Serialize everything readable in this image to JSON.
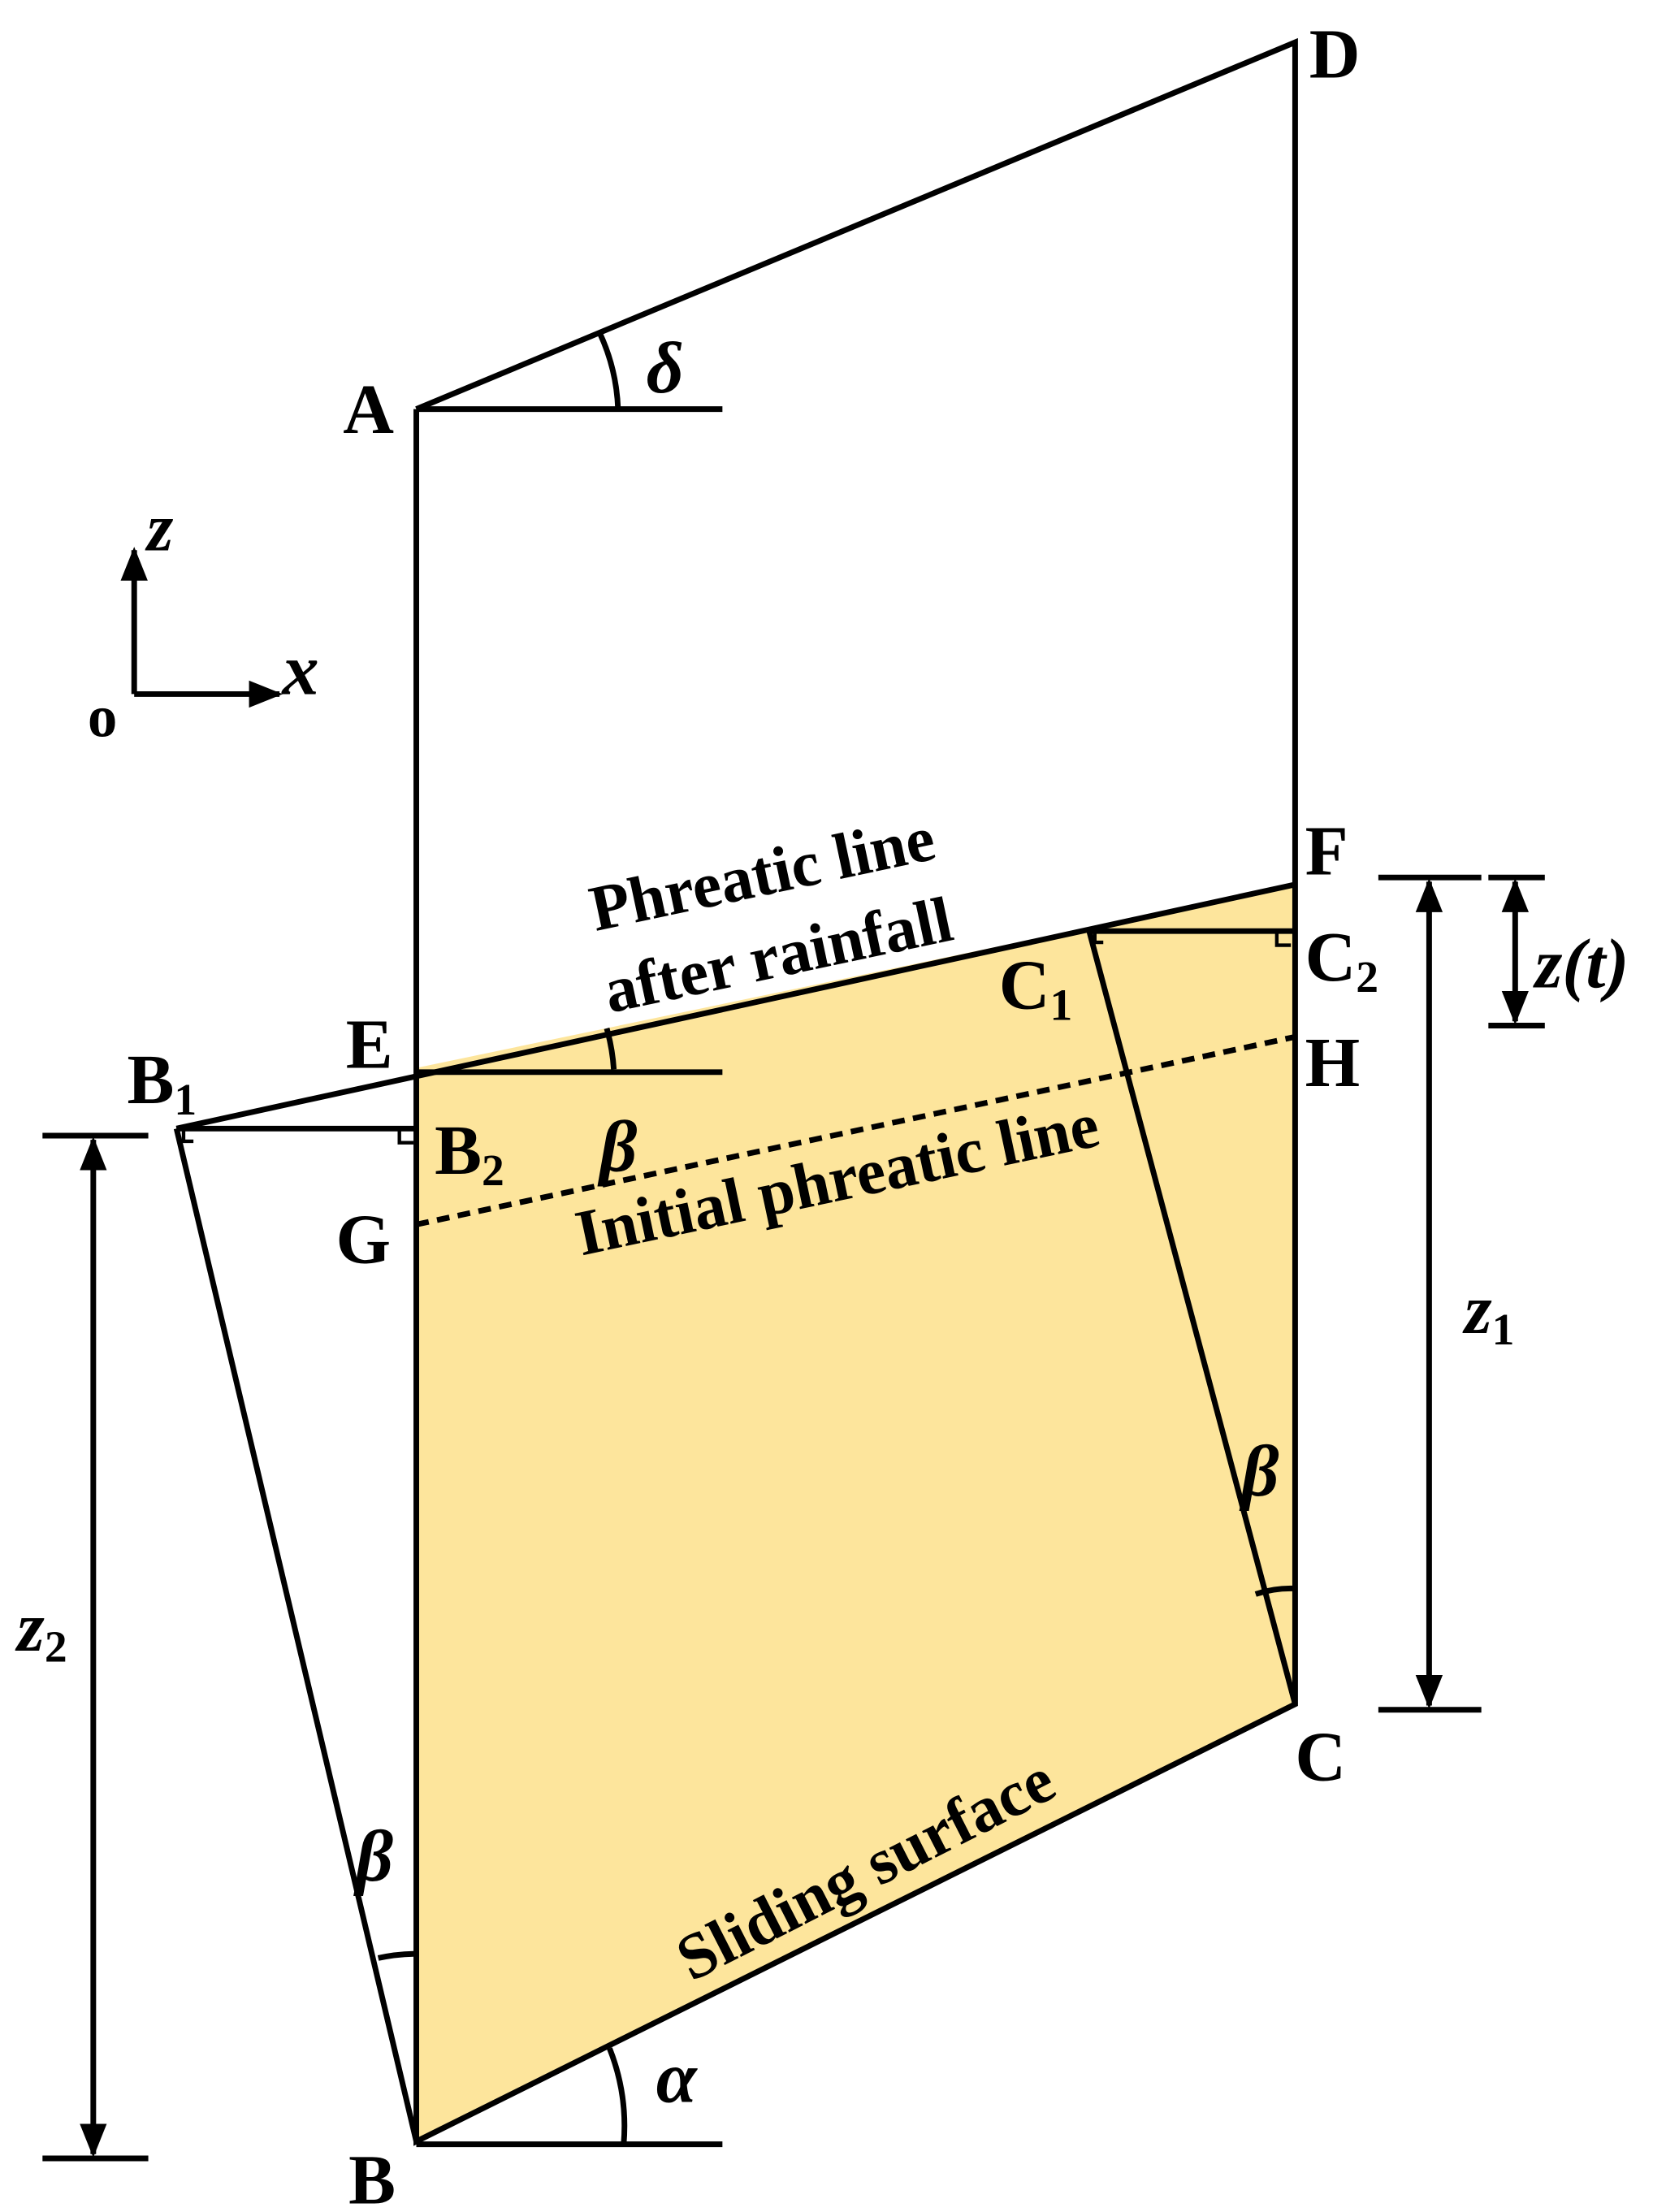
{
  "colors": {
    "soil_fill": "#FDE59C",
    "line": "#000000"
  },
  "points": {
    "A": "A",
    "B": "B",
    "B1": "B",
    "B1_sub": "1",
    "B2": "B",
    "B2_sub": "2",
    "C": "C",
    "C1": "C",
    "C1_sub": "1",
    "C2": "C",
    "C2_sub": "2",
    "D": "D",
    "E": "E",
    "F": "F",
    "G": "G",
    "H": "H"
  },
  "angles": {
    "delta": "δ",
    "beta": "β",
    "alpha": "α"
  },
  "axes": {
    "z": "z",
    "x": "x",
    "origin": "o"
  },
  "dimensions": {
    "zt": "z(t)",
    "z1": "z",
    "z1_sub": "1",
    "z2": "z",
    "z2_sub": "2"
  },
  "labels": {
    "phreatic_after_1": "Phreatic line",
    "phreatic_after_2": "after rainfall",
    "initial_phreatic": "Initial phreatic line",
    "sliding_surface": "Sliding surface"
  }
}
